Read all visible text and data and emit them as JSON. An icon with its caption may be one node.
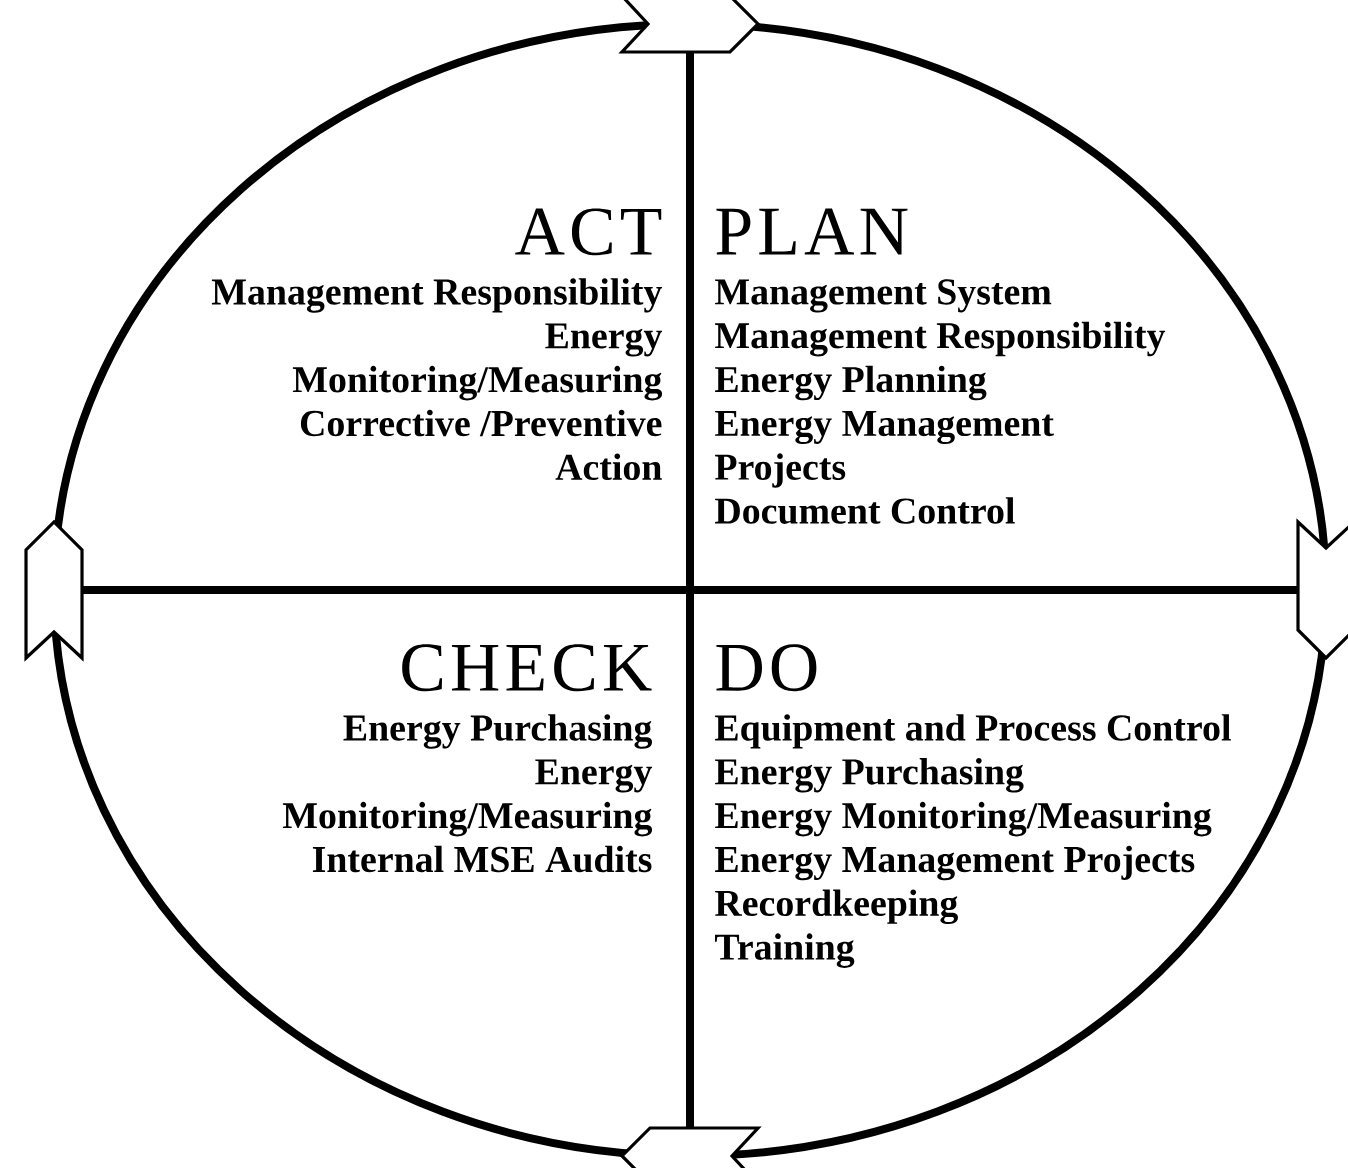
{
  "diagram": {
    "nodes": [
      {
        "text": [
          "ACT",
          "Management Responsibility",
          "Energy Monitoring/Measuring",
          "Corrective /Preventive Action"
        ]
      },
      {
        "text": [
          "PLAN",
          "Management System",
          "Management Responsibility",
          "Energy Planning",
          "Energy Management Projects",
          "Document Control"
        ]
      },
      {
        "text": [
          "CHECK",
          "Energy Purchasing",
          "Energy Monitoring/Measuring",
          "Internal MSE Audits"
        ]
      },
      {
        "text": [
          "DO",
          "Equipment and Process Control",
          "Energy Purchasing",
          "Energy Monitoring/Measuring",
          "Energy Management Projects",
          "Recordkeeping",
          "Training"
        ]
      }
    ]
  }
}
